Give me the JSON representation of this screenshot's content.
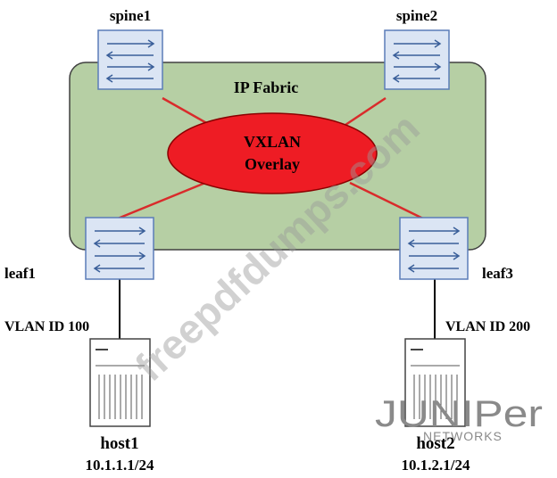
{
  "fabric": {
    "label": "IP Fabric"
  },
  "overlay": {
    "line1": "VXLAN",
    "line2": "Overlay"
  },
  "switches": [
    {
      "id": "spine1",
      "label": "spine1"
    },
    {
      "id": "spine2",
      "label": "spine2"
    },
    {
      "id": "leaf1",
      "label": "leaf1"
    },
    {
      "id": "leaf3",
      "label": "leaf3"
    }
  ],
  "links": {
    "leaf1_vlan": "VLAN ID 100",
    "leaf3_vlan": "VLAN ID 200"
  },
  "hosts": [
    {
      "id": "host1",
      "name": "host1",
      "ip": "10.1.1.1/24"
    },
    {
      "id": "host2",
      "name": "host2",
      "ip": "10.1.2.1/24"
    }
  ],
  "watermark": "freepdfdumps.com",
  "logo": {
    "brand": "JUNIPer",
    "sub": "NETWORKS"
  },
  "colors": {
    "fabric_fill": "#b6cfa4",
    "overlay_fill": "#ee1c24",
    "red_link": "#d92b2b",
    "switch_fill": "#dbe5f4",
    "switch_border": "#5b7db8"
  }
}
